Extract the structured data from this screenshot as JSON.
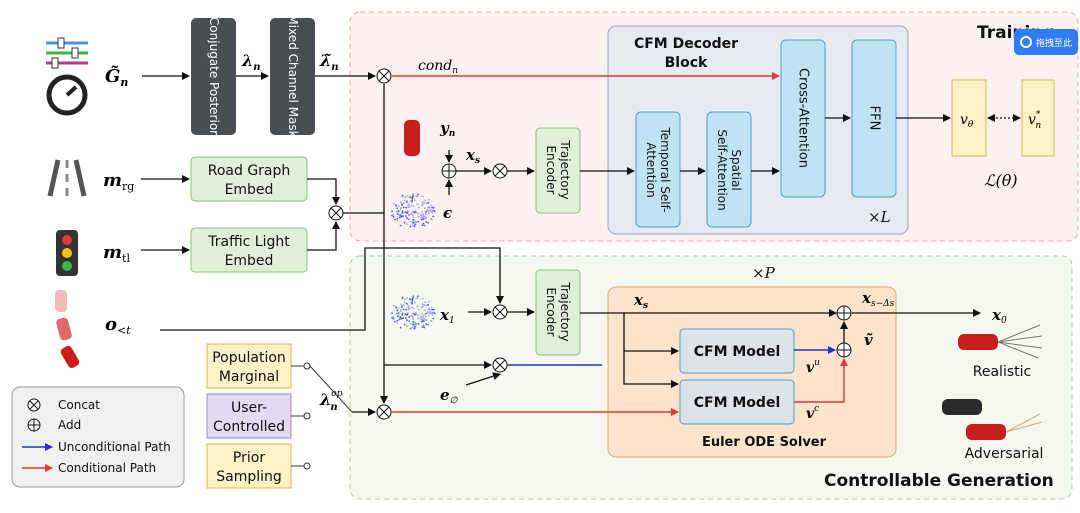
{
  "inputs": {
    "g_label": "G̃",
    "g_sub": "n",
    "mrg_label": "m",
    "mrg_sub": "rg",
    "mtl_label": "m",
    "mtl_sub": "tl",
    "o_label": "o",
    "o_sub": "<t"
  },
  "blocks": {
    "conjugate_posterior": "Conjugate Posterior",
    "lambda_n": "λ",
    "lambda_n_sub": "n",
    "mixed_channel_mask": "Mixed Channel Mask",
    "lambda_tilde": "λ̃",
    "lambda_tilde_sub": "n",
    "road_graph_embed_1": "Road Graph",
    "road_graph_embed_2": "Embed",
    "traffic_light_embed_1": "Traffic Light",
    "traffic_light_embed_2": "Embed",
    "trajectory_encoder_1": "Trajectory",
    "trajectory_encoder_2": "Encoder"
  },
  "training": {
    "title": "Training",
    "cond": "cond",
    "cond_sub": "n",
    "y_label": "y",
    "y_sub": "n",
    "xs_label": "x",
    "xs_sub": "s",
    "eps": "ϵ",
    "decoder_title_1": "CFM Decoder",
    "decoder_title_2": "Block",
    "temporal_1": "Temporal Self-",
    "temporal_2": "Attention",
    "spatial_1": "Spatial",
    "spatial_2": "Self-Attention",
    "cross_attention": "Cross-Attention",
    "ffn": "FFN",
    "times_l": "×L",
    "v_theta": "v",
    "v_theta_sub": "θ",
    "v_star": "v",
    "v_star_sub": "n",
    "v_star_sup": "*",
    "loss": "ℒ(θ)"
  },
  "generation": {
    "title": "Controllable Generation",
    "times_p": "×P",
    "x1": "x",
    "x1_sub": "1",
    "e_null": "e",
    "e_null_sub": "∅",
    "xs": "x",
    "xs_sub": "s",
    "xs_next": "x",
    "xs_next_sub": "s−Δs",
    "v_tilde": "ṽ",
    "x0": "x",
    "x0_sub": "0",
    "cfm_model_1": "CFM Model",
    "cfm_model_2": "CFM Model",
    "vu": "v",
    "vu_sup": "u",
    "vc": "v",
    "vc_sup": "c",
    "solver_title": "Euler ODE Solver",
    "realistic": "Realistic",
    "adversarial": "Adversarial",
    "lambda_op": "λ",
    "lambda_op_sub": "n",
    "lambda_op_sup": "op",
    "population_1": "Population",
    "population_2": "Marginal",
    "user_1": "User-",
    "user_2": "Controlled",
    "prior_1": "Prior",
    "prior_2": "Sampling"
  },
  "legend": {
    "concat": "Concat",
    "add": "Add",
    "unconditional": "Unconditional Path",
    "conditional": "Conditional Path"
  },
  "watermark": "拖拽至此",
  "colors": {
    "gray_block": "#4a4d52",
    "green_fill": "#dff0d8",
    "green_stroke": "#8fbf7f",
    "blue_fill": "#bfe3f2",
    "blue_stroke": "#4a9fc8",
    "yellow_fill": "#fdf1c8",
    "yellow_stroke": "#d9b94a",
    "purple_fill": "#e3dbf2",
    "training_bg": "#fdf0f0",
    "generation_bg": "#f4f8ee",
    "solver_fill": "#fbe3cc",
    "decoder_fill": "#e6e9f2",
    "red_path": "#e03b2e",
    "blue_path": "#2730c8"
  }
}
